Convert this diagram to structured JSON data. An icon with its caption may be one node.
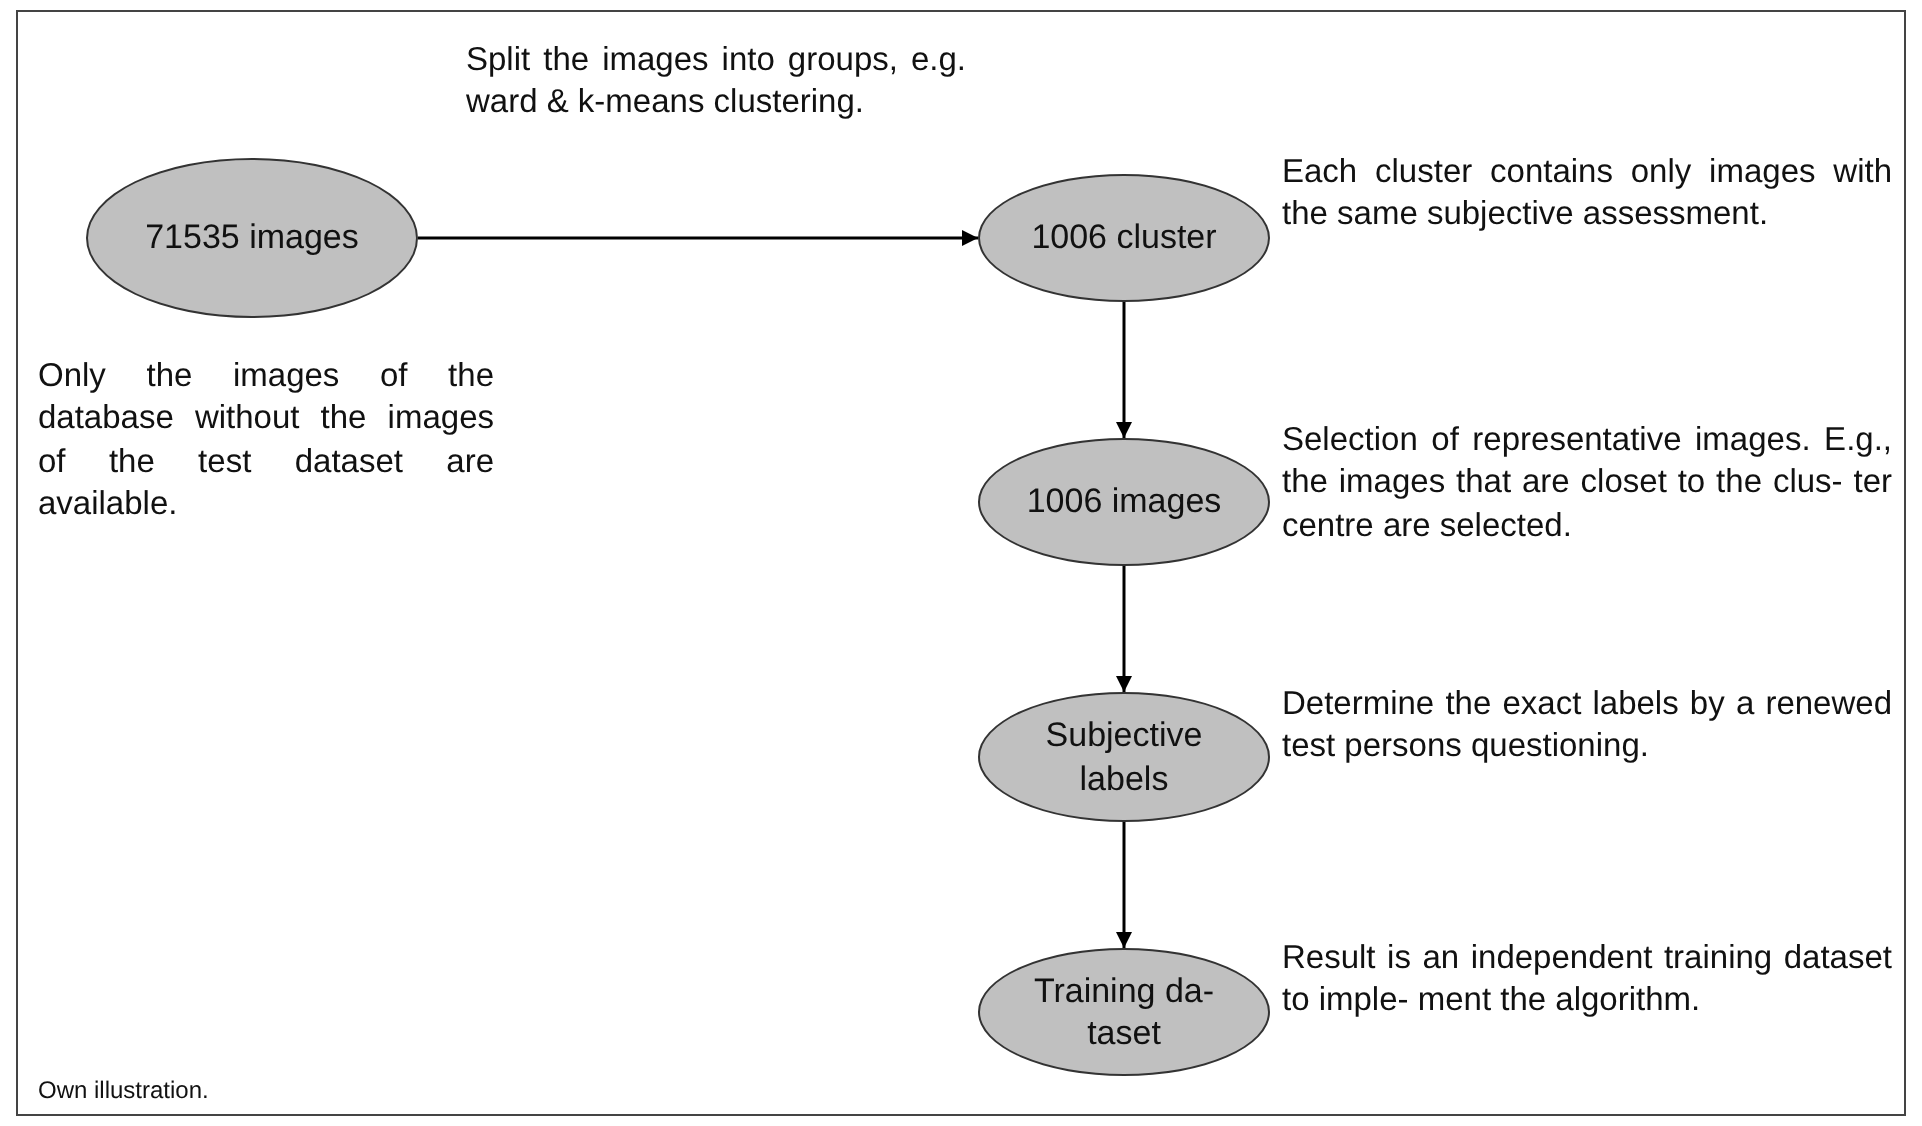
{
  "diagram": {
    "nodes": [
      {
        "text": [
          "71535 images"
        ],
        "beside": [
          "Only the images of the database without the images of the test dataset are available."
        ]
      },
      {
        "text": [
          "1006 cluster"
        ],
        "beside": [
          "Each cluster contains only images with the same subjective assessment."
        ]
      },
      {
        "text": [
          "1006 images"
        ],
        "beside": [
          "Selection of representative images. E.g., the images that are closet to the clus- ter centre are selected."
        ]
      },
      {
        "text": [
          "Subjective labels"
        ],
        "beside": [
          "Determine the exact labels by a renewed test persons questioning."
        ]
      },
      {
        "text": [
          "Training da- taset"
        ],
        "beside": [
          "Result is an independent training dataset to imple- ment the algorithm."
        ]
      }
    ],
    "edges": [
      {
        "from": 0,
        "to": 1,
        "arrow": "to",
        "label": "Split the images into groups, e.g. ward & k-means clustering."
      },
      {
        "from": 1,
        "to": 2,
        "arrow": "to"
      },
      {
        "from": 2,
        "to": 3,
        "arrow": "to"
      },
      {
        "from": 3,
        "to": 4,
        "arrow": "to"
      }
    ],
    "labels": [
      "Own illustration."
    ]
  }
}
